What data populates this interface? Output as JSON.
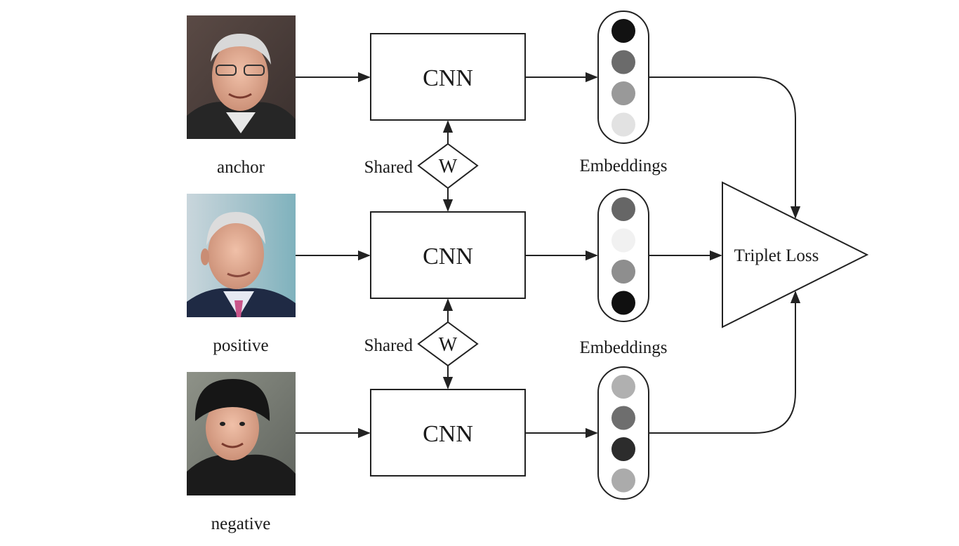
{
  "rows": [
    {
      "id": "anchor",
      "label": "anchor",
      "cnn_label": "CNN",
      "embedding": [
        "#121212",
        "#6b6b6b",
        "#999999",
        "#e2e2e2"
      ]
    },
    {
      "id": "positive",
      "label": "positive",
      "cnn_label": "CNN",
      "embedding": [
        "#666666",
        "#f1f1f1",
        "#8e8e8e",
        "#101010"
      ]
    },
    {
      "id": "negative",
      "label": "negative",
      "cnn_label": "CNN",
      "embedding": [
        "#b0b0b0",
        "#6e6e6e",
        "#2c2c2c",
        "#ababab"
      ]
    }
  ],
  "shared": [
    {
      "label": "Shared",
      "symbol": "W"
    },
    {
      "label": "Shared",
      "symbol": "W"
    }
  ],
  "embedding_labels": [
    "Embeddings",
    "Embeddings"
  ],
  "loss_label": "Triplet Loss",
  "photo_subjects": [
    "face-photo-anchor",
    "face-photo-positive",
    "face-photo-negative"
  ]
}
